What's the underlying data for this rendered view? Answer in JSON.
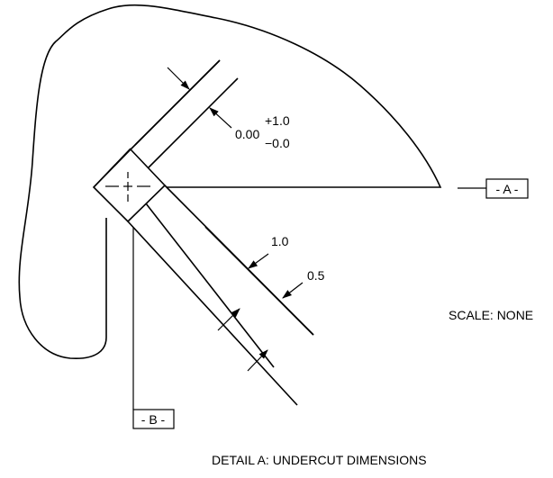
{
  "dimensions": {
    "tolerance_base": "0.00",
    "tolerance_plus": "+1.0",
    "tolerance_minus": "−0.0",
    "offset_outer": "1.0",
    "offset_inner": "0.5"
  },
  "datums": {
    "a": "- A -",
    "b": "- B -"
  },
  "scale_note": "SCALE:  NONE",
  "caption": "DETAIL A:  UNDERCUT DIMENSIONS"
}
